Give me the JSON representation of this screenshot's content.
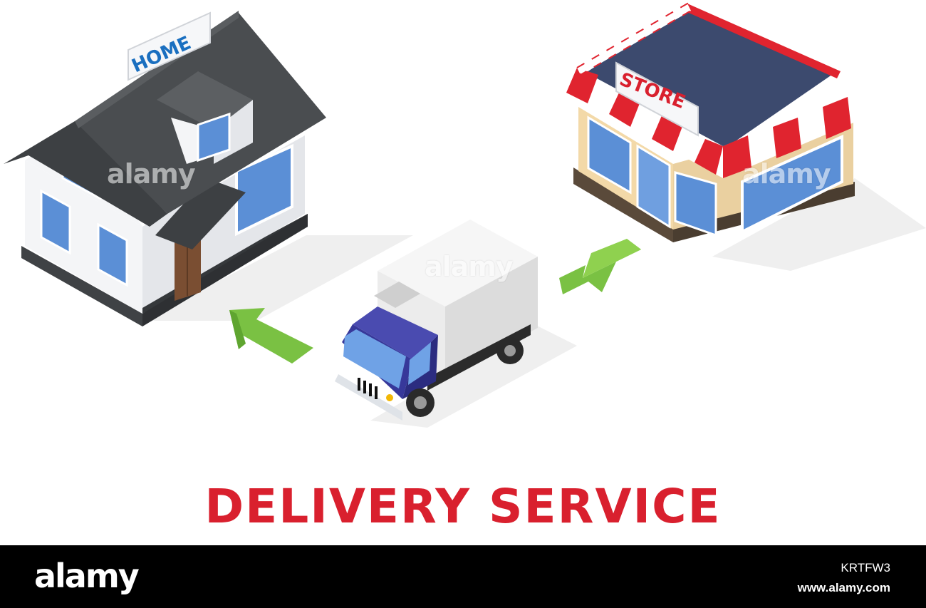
{
  "headline": {
    "text": "DELIVERY SERVICE",
    "color": "#d9202e"
  },
  "signs": {
    "home": {
      "text": "HOME",
      "color": "#1a6fc0"
    },
    "store": {
      "text": "STORE",
      "color": "#d9202e"
    }
  },
  "watermarks": [
    "alamy",
    "alamy",
    "alamy"
  ],
  "footer": {
    "logo": "alamy",
    "image_id": "KRTFW3",
    "url": "www.alamy.com",
    "background": "#000000"
  },
  "colors": {
    "arrow": "#7ac143",
    "roof": "#4a4d50",
    "wall": "#f4f5f7",
    "window": "#5b8fd6",
    "truck_cab": "#37389a",
    "truck_box": "#e9e9e9",
    "store_roof": "#3c4a6e",
    "store_wall": "#f3d9a8",
    "awning_red": "#e0242f"
  },
  "icons": [
    "house-icon",
    "store-icon",
    "truck-icon",
    "arrow-icon"
  ]
}
